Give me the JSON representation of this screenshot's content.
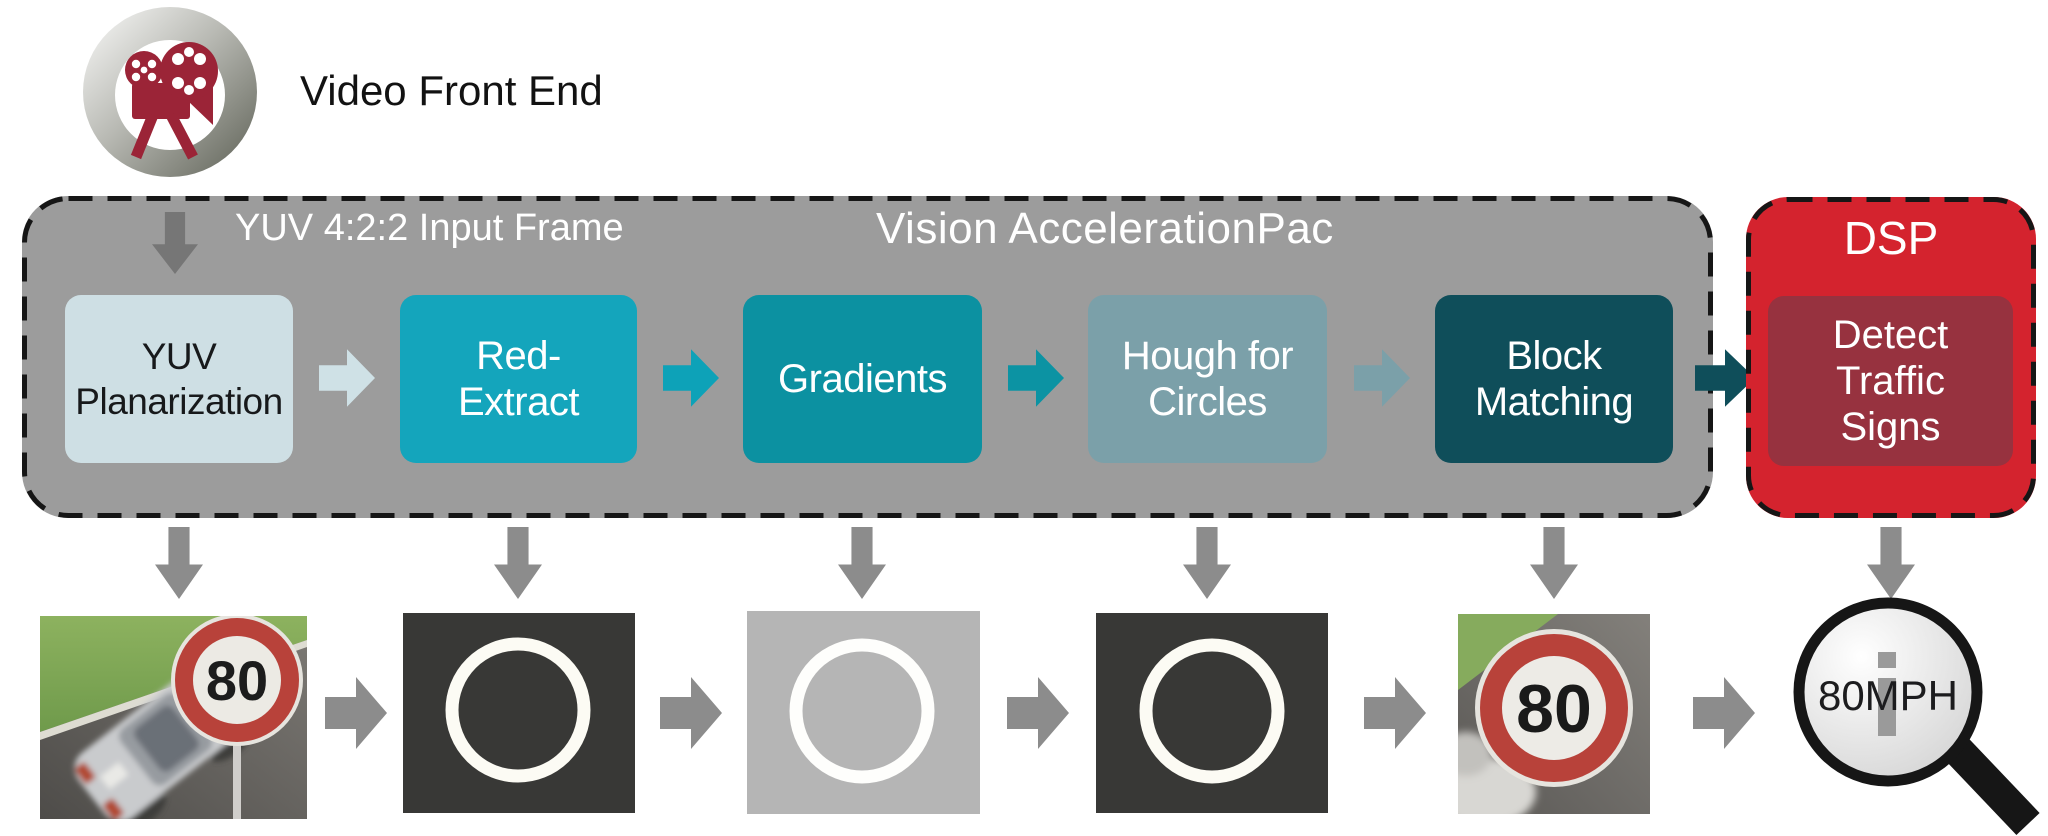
{
  "header": {
    "title": "Video Front End",
    "icon": "movie-camera-icon"
  },
  "vision_pac": {
    "title": "Vision AccelerationPac",
    "input_label": "YUV 4:2:2 Input Frame",
    "stages": [
      {
        "label": "YUV\nPlanarization"
      },
      {
        "label": "Red-\nExtract"
      },
      {
        "label": "Gradients"
      },
      {
        "label": "Hough for\nCircles"
      },
      {
        "label": "Block\nMatching"
      }
    ]
  },
  "dsp": {
    "title": "DSP",
    "task_label": "Detect\nTraffic\nSigns"
  },
  "outputs": {
    "input_sign_value": "80",
    "detected_sign_value": "80",
    "result_label": "80MPH"
  },
  "colors": {
    "container_gray": "#9c9c9c",
    "stage_yuv_planarization": "#cedfe4",
    "stage_red_extract": "#14a5bc",
    "stage_gradients": "#0c91a1",
    "stage_hough_for_circles": "#7ba0a9",
    "stage_block_matching": "#0f4e5a",
    "dsp_red": "#d4232e",
    "dsp_task_maroon": "#97323f",
    "camera_icon_red": "#9b2437",
    "flow_arrow_gray": "#8c8c8c",
    "input_arrow_gray": "#767676",
    "mask_dark": "#383836",
    "mask_light": "#b5b5b5",
    "mask_ring_white": "#fcfbf4",
    "traffic_sign_red": "#b8423a"
  }
}
